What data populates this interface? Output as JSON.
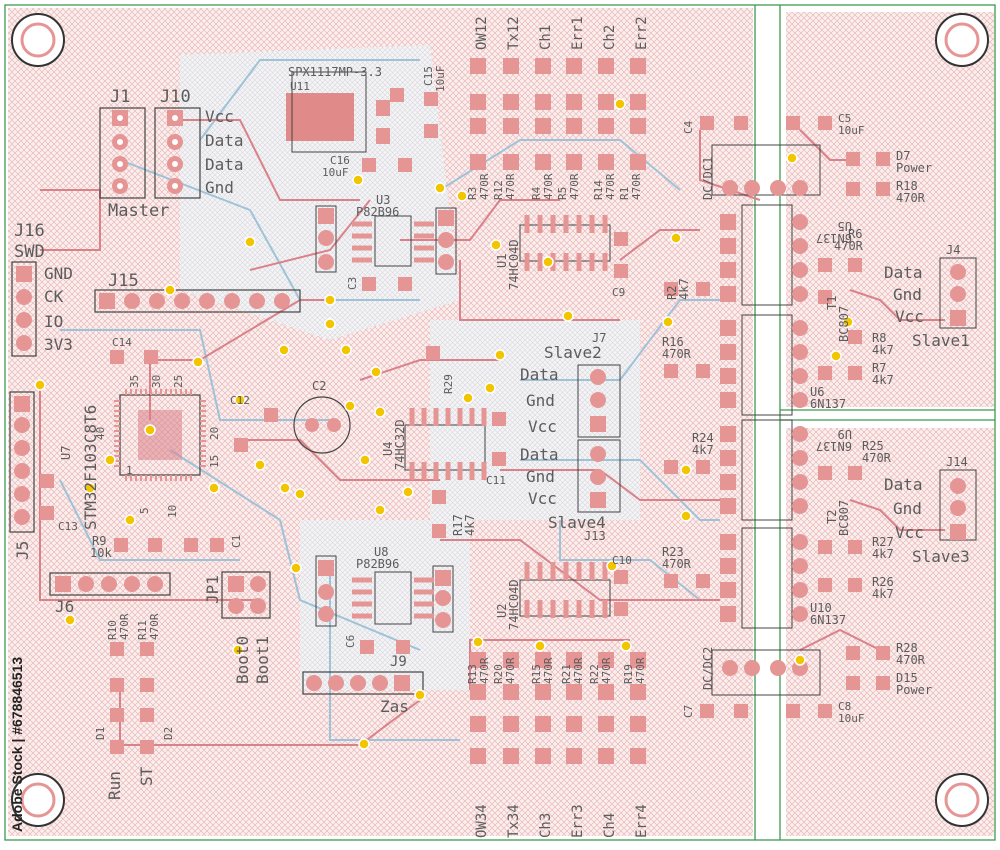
{
  "headers": {
    "master_labels": [
      "J1",
      "J10"
    ],
    "master_title": "Master",
    "bus_pins": [
      "Vcc",
      "Data",
      "Data",
      "Gnd"
    ],
    "swd_ref": "J16",
    "swd_title": "SWD",
    "swd_pins": [
      "GND",
      "CK",
      "IO",
      "3V3"
    ],
    "j15": "J15",
    "j5": "J5",
    "j6": "J6"
  },
  "mcu": {
    "name": "STM32F103C8T6",
    "ref": "U7",
    "pin_numbers": [
      "35",
      "30",
      "25",
      "40",
      "20",
      "15",
      "5",
      "10",
      "1"
    ]
  },
  "regulator": {
    "part": "SPX1117MP-3.3",
    "ref": "U11"
  },
  "top_leds": [
    "OW12",
    "Tx12",
    "Ch1",
    "Err1",
    "Ch2",
    "Err2"
  ],
  "bottom_leds": [
    "OW34",
    "Tx34",
    "Ch3",
    "Err3",
    "Ch4",
    "Err4"
  ],
  "slaves": [
    {
      "name": "Slave1",
      "ref": "J4",
      "pins": [
        "Data",
        "Gnd",
        "Vcc"
      ]
    },
    {
      "name": "Slave2",
      "ref": "J7",
      "pins": [
        "Data",
        "Gnd",
        "Vcc"
      ]
    },
    {
      "name": "Slave3",
      "ref": "J14",
      "pins": [
        "Data",
        "Gnd",
        "Vcc"
      ]
    },
    {
      "name": "Slave4",
      "ref": "J13",
      "pins": [
        "Data",
        "Gnd",
        "Vcc"
      ]
    }
  ],
  "ics": {
    "u3": {
      "ref": "U3",
      "part": "P82B96"
    },
    "u8": {
      "ref": "U8",
      "part": "P82B96"
    },
    "u1": {
      "ref": "U1",
      "part": "74HC04D"
    },
    "u2": {
      "ref": "U2",
      "part": "74HC04D"
    },
    "u4": {
      "ref": "U4",
      "part": "74HC32D"
    },
    "u6": {
      "ref": "U6",
      "part": "6N137"
    },
    "u9": {
      "ref": "U9",
      "part": "6N137"
    },
    "u5": {
      "ref": "U5",
      "part": "6N137"
    },
    "u10": {
      "ref": "U10",
      "part": "6N137"
    },
    "dc1": "DC/DC1",
    "dc2": "DC/DC2"
  },
  "transistors": [
    {
      "ref": "T1",
      "part": "BC807"
    },
    {
      "ref": "T2",
      "part": "BC807"
    }
  ],
  "power_leds": [
    {
      "ref": "D7",
      "label": "Power",
      "res": "R18",
      "res_val": "470R"
    },
    {
      "ref": "D15",
      "label": "Power",
      "res": "R28",
      "res_val": "470R"
    }
  ],
  "top_resistors": [
    {
      "ref": "R3",
      "val": "470R"
    },
    {
      "ref": "R12",
      "val": "470R"
    },
    {
      "ref": "R4",
      "val": "470R"
    },
    {
      "ref": "R5",
      "val": "470R"
    },
    {
      "ref": "R14",
      "val": "470R"
    },
    {
      "ref": "R1",
      "val": "470R"
    }
  ],
  "bottom_resistors": [
    {
      "ref": "R13",
      "val": "470R"
    },
    {
      "ref": "R20",
      "val": "470R"
    },
    {
      "ref": "R15",
      "val": "470R"
    },
    {
      "ref": "R21",
      "val": "470R"
    },
    {
      "ref": "R22",
      "val": "470R"
    },
    {
      "ref": "R19",
      "val": "470R"
    }
  ],
  "misc": {
    "c15": "C15",
    "c15_val": "10uF",
    "c16": "C16",
    "c16_val": "10uF",
    "c5": "C5",
    "c5_val": "10uF",
    "c8": "C8",
    "c8_val": "10uF",
    "c4": "C4",
    "c7": "C7",
    "c3": "C3",
    "c6": "C6",
    "c9": "C9",
    "c10": "C10",
    "c11": "C11",
    "c12": "C12",
    "c13": "C13",
    "c14": "C14",
    "c1": "C1",
    "c2": "C2",
    "r2": "R2",
    "r2_val": "4k7",
    "r16": "R16",
    "r16_val": "470R",
    "r24": "R24",
    "r24_val": "4k7",
    "r23": "R23",
    "r23_val": "470R",
    "r17": "R17",
    "r17_val": "4k7",
    "r6": "R6",
    "r6_val": "470R",
    "r8": "R8",
    "r8_val": "4k7",
    "r7": "R7",
    "r7_val": "4k7",
    "r25": "R25",
    "r25_val": "470R",
    "r27": "R27",
    "r27_val": "4k7",
    "r26": "R26",
    "r26_val": "4k7",
    "r9": "R9",
    "r9_val": "10k",
    "r10": "R10",
    "r10_val": "470R",
    "r11": "R11",
    "r11_val": "470R",
    "r29": "R29",
    "jp1": "JP1",
    "boot0": "Boot0",
    "boot1": "Boot1",
    "j9": "J9",
    "zas": "Zas",
    "d1": "D1",
    "d2": "D2",
    "run": "Run",
    "st": "ST"
  },
  "watermark": "Adobe Stock | #678846513",
  "colors": {
    "background": "#ffffff",
    "copper_top": "#d9828a",
    "copper_bottom": "#9ec3d8",
    "pad": "#e69595",
    "via": "#f2c500",
    "outline": "#3f9a4e",
    "silk": "#5c5c5c"
  }
}
